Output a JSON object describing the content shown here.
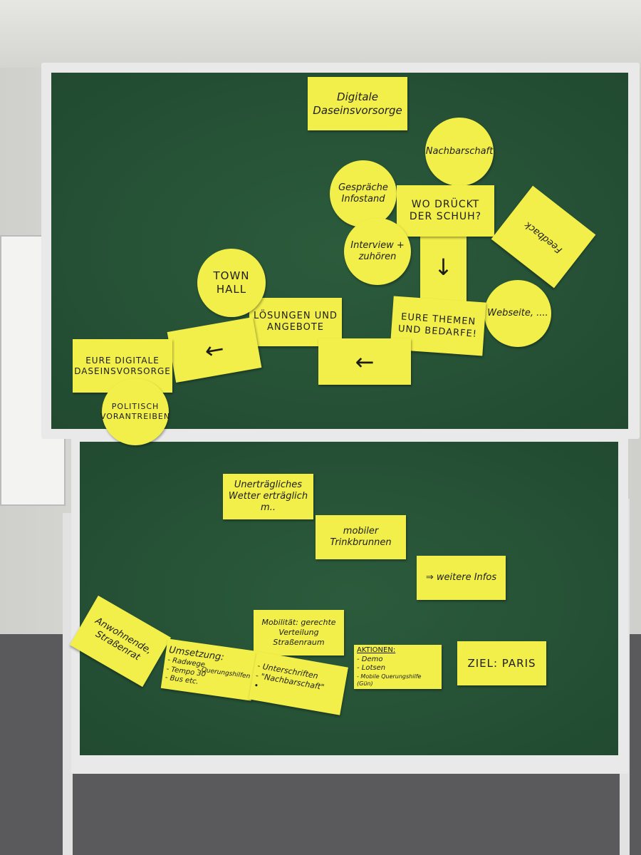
{
  "top_board": {
    "title_note": "Digitale Daseinsvorsorge",
    "nachbarschaft": "Nachbarschaft",
    "gespraeche": "Gespräche Infostand",
    "wo_drueckt": "WO DRÜCKT DER SCHUH?",
    "interview": "Interview + zuhören",
    "feedback": "Feedback",
    "webseite": "Webseite, ....",
    "eure_themen": "EURE THEMEN UND BEDARFE!",
    "town_hall": "TOWN HALL",
    "loesungen": "LÖSUNGEN UND ANGEBOTE",
    "eure_digitale": "EURE DIGITALE DASEINSVORSORGE",
    "politisch": "POLITISCH VORANTREIBEN",
    "arrow_left": "←",
    "arrow_down": "↓"
  },
  "bottom_board": {
    "wetter": "Unerträgliches Wetter erträglich m..",
    "trinkbrunnen": "mobiler Trinkbrunnen",
    "weitere": "⇒ weitere Infos",
    "mobilitaet": "Mobilität: gerechte Verteilung Straßenraum",
    "anwohnende": "Anwohnende, Straßenrat",
    "umsetzung_title": "Umsetzung:",
    "umsetzung_items": [
      "- Radwege",
      "- Tempo 30",
      "- Bus etc.",
      "- Querungshilfen"
    ],
    "unterschriften": [
      "- Unterschriften",
      "- \"Nachbarschaft\"",
      "•"
    ],
    "aktionen_title": "AKTIONEN:",
    "aktionen_items": [
      "- Demo",
      "- Lotsen",
      "- Mobile Querungshilfe (Gün)"
    ],
    "ziel": "ZIEL: PARIS"
  },
  "colors": {
    "felt": "#24503a",
    "note": "#f2ef4a",
    "frame": "#e9e9e9"
  }
}
